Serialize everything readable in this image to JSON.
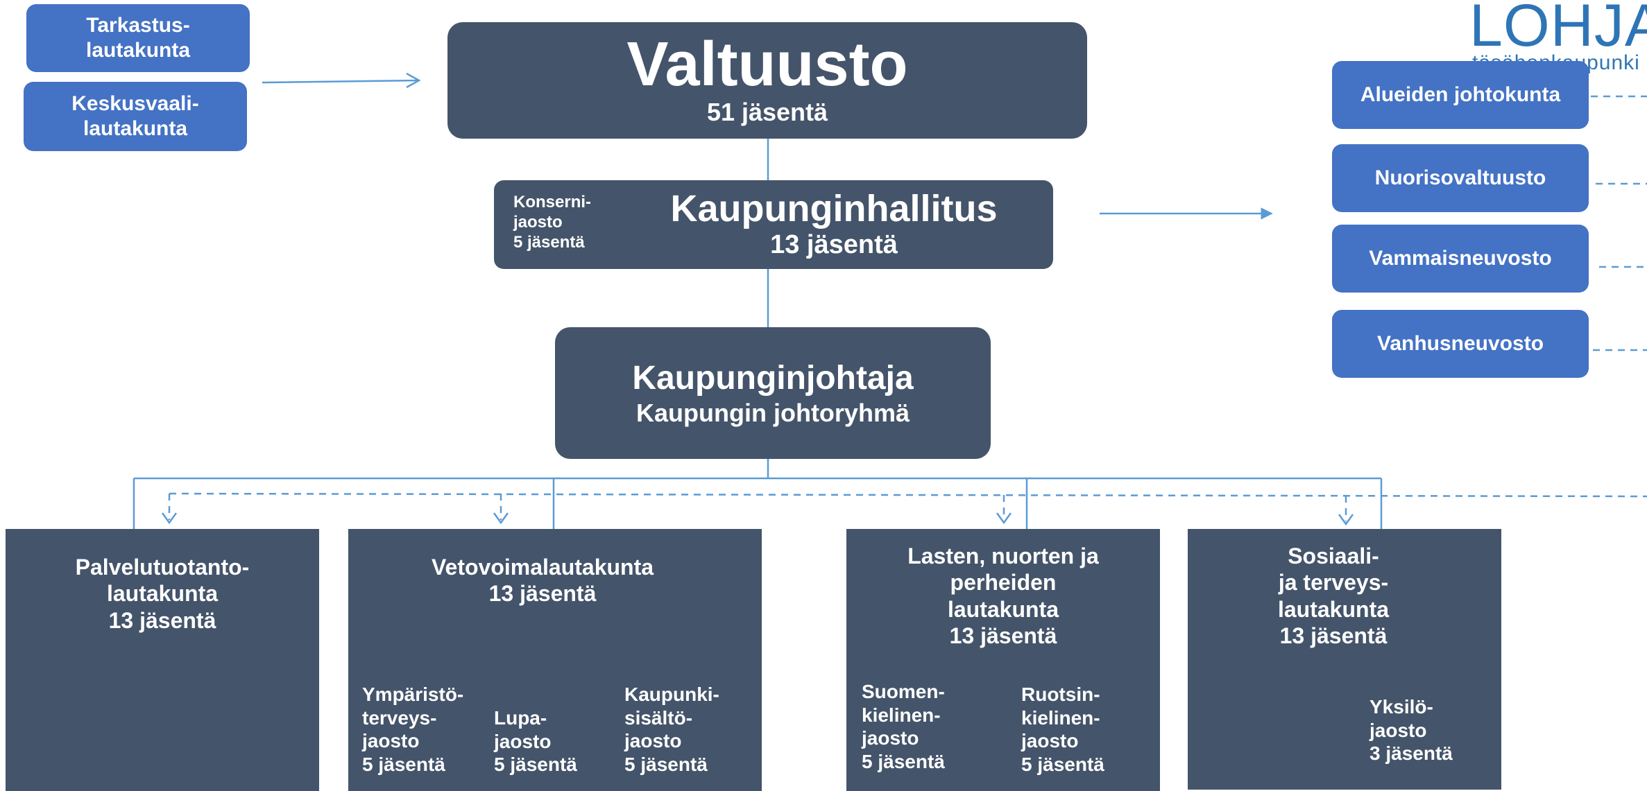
{
  "logo": {
    "text": "LOHJA",
    "subtext": "täsähenkaupunki"
  },
  "left_boards": [
    {
      "line1": "Tarkastus-",
      "line2": "lautakunta"
    },
    {
      "line1": "Keskusvaali-",
      "line2": "lautakunta"
    }
  ],
  "council": {
    "title": "Valtuusto",
    "members": "51 jäsentä"
  },
  "board": {
    "title": "Kaupunginhallitus",
    "members": "13 jäsentä",
    "section": {
      "line1": "Konserni-",
      "line2": "jaosto",
      "line3": "5 jäsentä"
    }
  },
  "mayor": {
    "title": "Kaupunginjohtaja",
    "subtitle": "Kaupungin johtoryhmä"
  },
  "right_bodies": [
    "Alueiden johtokunta",
    "Nuorisovaltuusto",
    "Vammaisneuvosto",
    "Vanhusneuvosto"
  ],
  "committees": [
    {
      "lines": [
        "Palvelutuotanto-",
        "lautakunta",
        "13 jäsentä"
      ],
      "sections": []
    },
    {
      "lines": [
        "Vetovoimalautakunta",
        "13 jäsentä"
      ],
      "sections": [
        {
          "lines": [
            "Ympäristö-",
            "terveys-",
            "jaosto",
            "5 jäsentä"
          ]
        },
        {
          "lines": [
            "Lupa-",
            "jaosto",
            "5 jäsentä"
          ]
        },
        {
          "lines": [
            "Kaupunki-",
            "sisältö-",
            "jaosto",
            "5 jäsentä"
          ]
        }
      ]
    },
    {
      "lines": [
        "Lasten, nuorten ja",
        "perheiden",
        "lautakunta",
        "13 jäsentä"
      ],
      "sections": [
        {
          "lines": [
            "Suomen-",
            "kielinen-",
            "jaosto",
            "5 jäsentä"
          ]
        },
        {
          "lines": [
            "Ruotsin-",
            "kielinen-",
            "jaosto",
            "5 jäsentä"
          ]
        }
      ]
    },
    {
      "lines": [
        "Sosiaali-",
        "ja terveys-",
        "lautakunta",
        "13 jäsentä"
      ],
      "sections": [
        {
          "lines": [
            "Yksilö-",
            "jaosto",
            "3 jäsentä"
          ]
        }
      ]
    }
  ],
  "colors": {
    "dark_box": "#44546a",
    "blue_box": "#4472c4",
    "connector": "#5b9bd5"
  }
}
